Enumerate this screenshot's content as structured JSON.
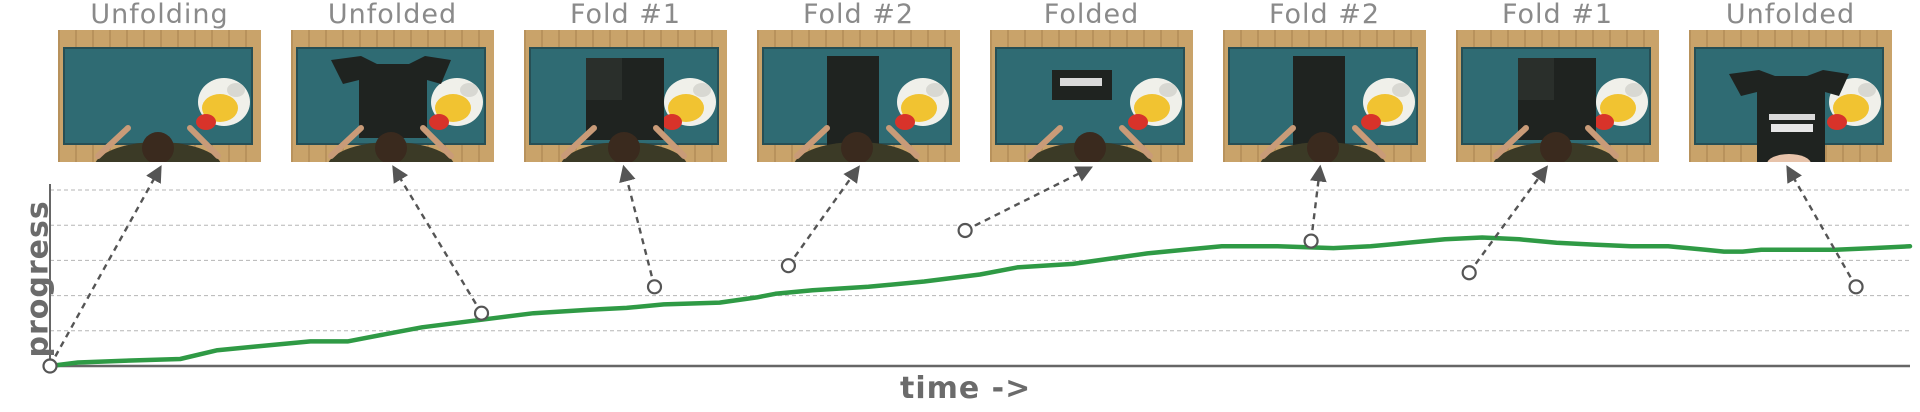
{
  "axes": {
    "x_label": "time ->",
    "y_label": "progress"
  },
  "frames": [
    {
      "label": "Unfolding",
      "shirt": "none"
    },
    {
      "label": "Unfolded",
      "shirt": "flat"
    },
    {
      "label": "Fold #1",
      "shirt": "fold1"
    },
    {
      "label": "Fold #2",
      "shirt": "fold2"
    },
    {
      "label": "Folded",
      "shirt": "folded"
    },
    {
      "label": "Fold #2",
      "shirt": "fold2"
    },
    {
      "label": "Fold #1",
      "shirt": "fold1"
    },
    {
      "label": "Unfolded",
      "shirt": "unfolded-print"
    }
  ],
  "colors": {
    "curve": "#2f9a45",
    "arrow": "#555555",
    "grid": "#b5b5b5",
    "axis": "#666666",
    "table": "#2f6b73",
    "wood": "#c9a36a",
    "person": "#3b3a26",
    "shirt": "#1f2320"
  },
  "chart_data": {
    "type": "line",
    "x_unit": "time",
    "y_unit": "progress",
    "grid": true,
    "series": [
      {
        "points": [
          [
            0,
            0.0
          ],
          [
            1.5,
            0.02
          ],
          [
            4,
            0.03
          ],
          [
            7,
            0.04
          ],
          [
            9,
            0.09
          ],
          [
            11,
            0.11
          ],
          [
            14,
            0.14
          ],
          [
            16,
            0.14
          ],
          [
            18,
            0.18
          ],
          [
            20,
            0.22
          ],
          [
            23,
            0.26
          ],
          [
            26,
            0.3
          ],
          [
            29,
            0.32
          ],
          [
            31,
            0.33
          ],
          [
            33,
            0.35
          ],
          [
            36,
            0.36
          ],
          [
            38,
            0.39
          ],
          [
            39,
            0.41
          ],
          [
            41,
            0.43
          ],
          [
            44,
            0.45
          ],
          [
            47,
            0.48
          ],
          [
            50,
            0.52
          ],
          [
            52,
            0.56
          ],
          [
            55,
            0.58
          ],
          [
            57,
            0.61
          ],
          [
            59,
            0.64
          ],
          [
            61,
            0.66
          ],
          [
            63,
            0.68
          ],
          [
            66,
            0.68
          ],
          [
            69,
            0.67
          ],
          [
            71,
            0.68
          ],
          [
            73,
            0.7
          ],
          [
            75,
            0.72
          ],
          [
            77,
            0.73
          ],
          [
            79,
            0.72
          ],
          [
            81,
            0.7
          ],
          [
            83,
            0.69
          ],
          [
            85,
            0.68
          ],
          [
            87,
            0.68
          ],
          [
            89,
            0.66
          ],
          [
            90,
            0.65
          ],
          [
            91,
            0.65
          ],
          [
            92,
            0.66
          ],
          [
            94,
            0.66
          ],
          [
            96,
            0.66
          ],
          [
            98,
            0.67
          ],
          [
            100,
            0.68
          ]
        ]
      }
    ],
    "key_points": [
      {
        "frame": "Unfolding",
        "x": 0,
        "y": 0.0
      },
      {
        "frame": "Unfolded",
        "x": 23.2,
        "y": 0.3
      },
      {
        "frame": "Fold #1",
        "x": 32.5,
        "y": 0.45
      },
      {
        "frame": "Fold #2",
        "x": 39.7,
        "y": 0.57
      },
      {
        "frame": "Folded",
        "x": 49.2,
        "y": 0.77
      },
      {
        "frame": "Fold #2",
        "x": 67.8,
        "y": 0.71
      },
      {
        "frame": "Fold #1",
        "x": 76.3,
        "y": 0.53
      },
      {
        "frame": "Unfolded",
        "x": 97.1,
        "y": 0.45
      }
    ]
  }
}
